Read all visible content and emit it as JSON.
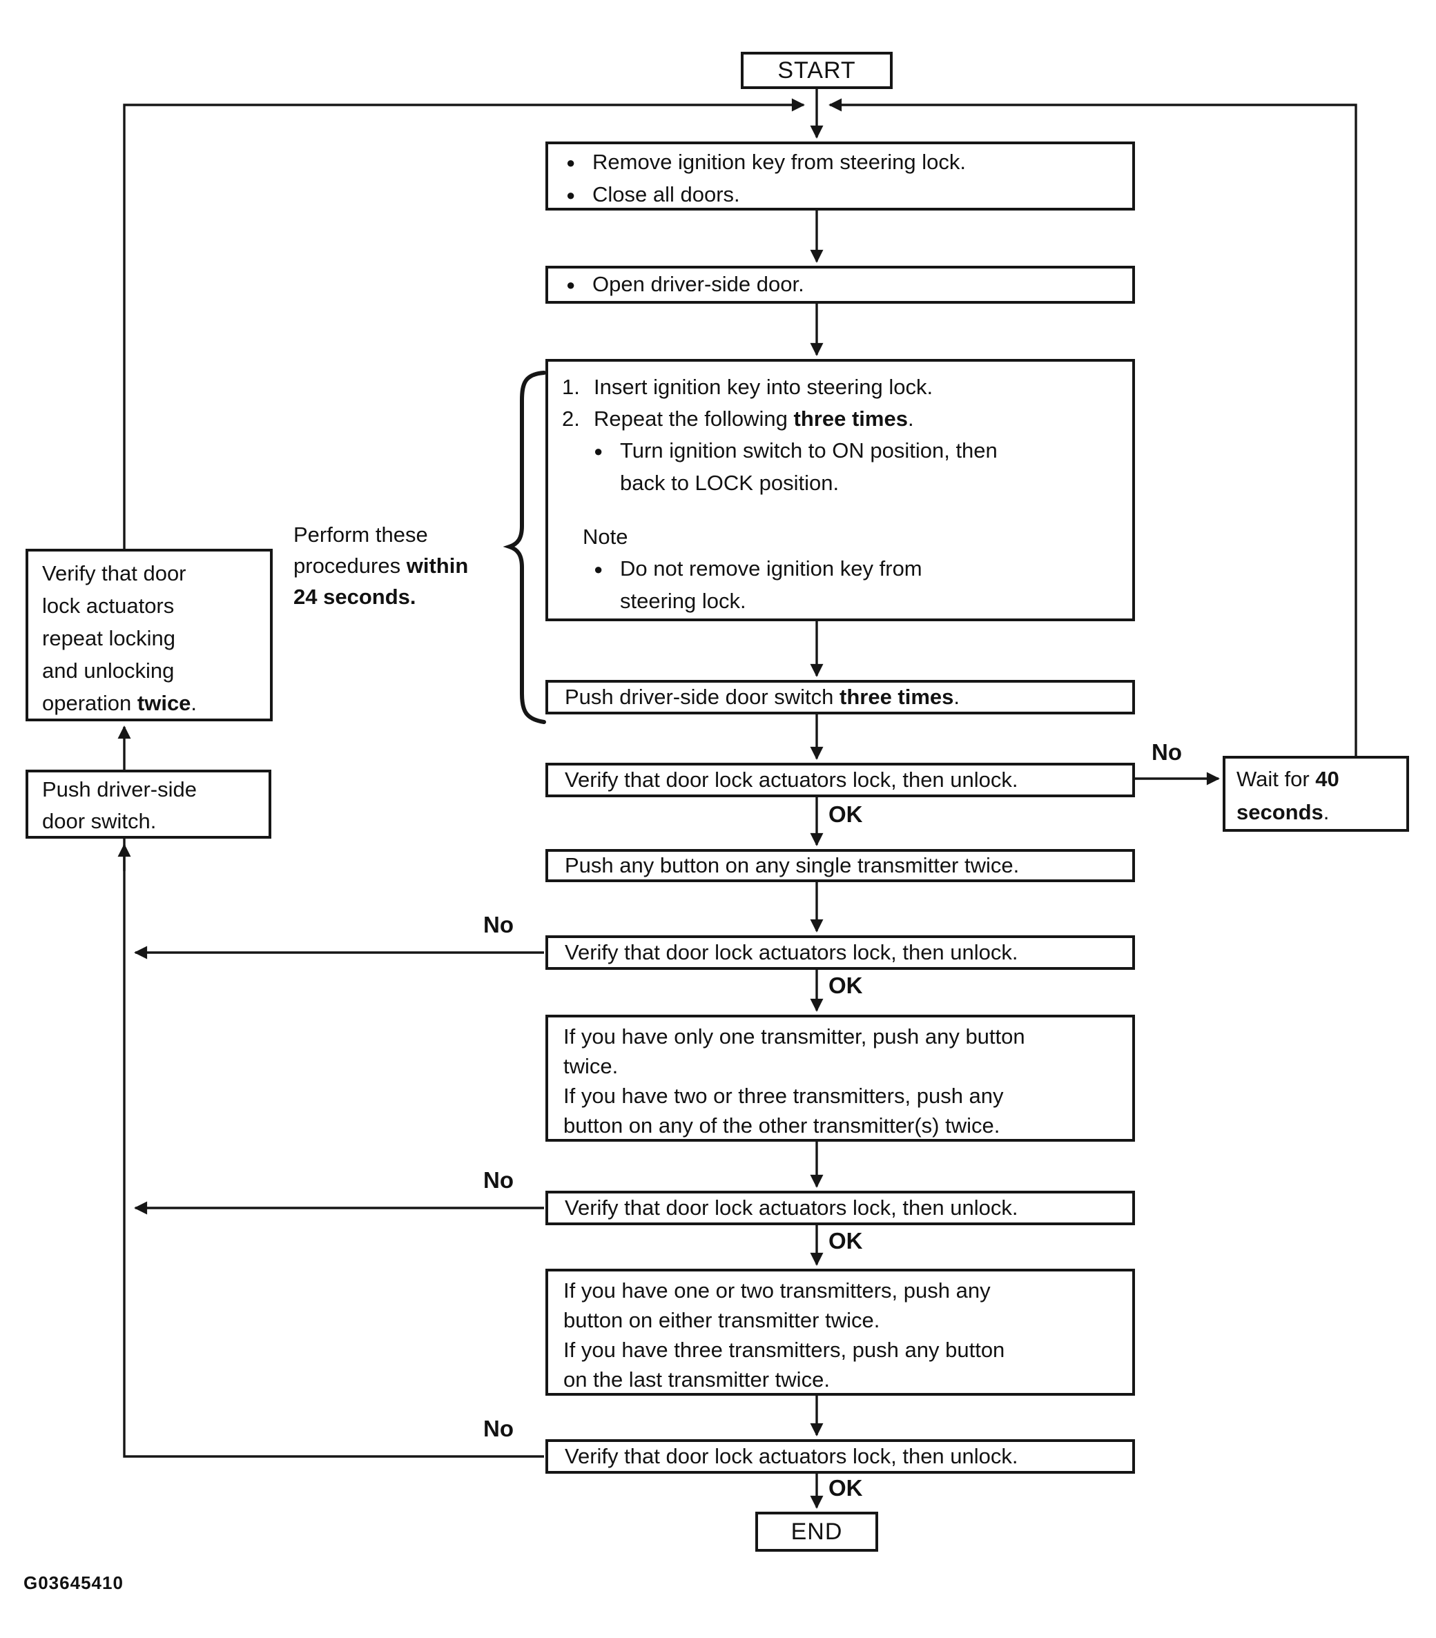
{
  "flowchart": {
    "code": "G03645410",
    "start_label": "START",
    "end_label": "END",
    "no_label": "No",
    "ok_label": "OK",
    "glyphs": {
      "bullet": "●"
    },
    "side_note": {
      "line1": "Perform these",
      "line2_text": "procedures ",
      "line2_bold": "within",
      "line3_bold": "24 seconds."
    },
    "left_column": {
      "verify_repeat": {
        "lines": [
          "Verify that door",
          "lock actuators",
          "repeat locking",
          "and unlocking"
        ],
        "last_text": "operation ",
        "last_bold": "twice",
        "last_end": "."
      },
      "push_switch": {
        "lines": [
          "Push driver-side",
          "door switch."
        ]
      }
    },
    "wait_box": {
      "line1_text": "Wait for ",
      "line1_bold": "40",
      "line2_bold": "seconds",
      "line2_end": "."
    },
    "steps": {
      "prepare": {
        "bullets": [
          "Remove ignition key from steering lock.",
          "Close all doors."
        ]
      },
      "open_door": {
        "bullets": [
          "Open driver-side door."
        ]
      },
      "key_cycle": {
        "item1_num": "1.",
        "item1": "Insert ignition key into steering lock.",
        "item2_num": "2.",
        "item2_text": "Repeat the following ",
        "item2_bold": "three times",
        "item2_end": ".",
        "sub1_line1": "Turn ignition switch to ON position, then",
        "sub1_line2": "back to LOCK position.",
        "note_title": "Note",
        "note_line1": "Do not remove ignition key from",
        "note_line2": "steering lock."
      },
      "push_three": {
        "text": "Push driver-side door switch ",
        "bold": "three times",
        "end": "."
      },
      "verify_lock": "Verify that door lock actuators lock, then unlock.",
      "push_any": "Push any button on any single transmitter twice.",
      "transmitters_a": {
        "lines": [
          "If you have only one transmitter, push any button",
          "twice.",
          "If you have two or three transmitters, push any",
          "button on any of the other transmitter(s) twice."
        ]
      },
      "transmitters_b": {
        "lines": [
          "If you have one or two transmitters, push any",
          "button on either transmitter twice.",
          "If you have three transmitters, push any button",
          "on the last transmitter twice."
        ]
      }
    }
  }
}
